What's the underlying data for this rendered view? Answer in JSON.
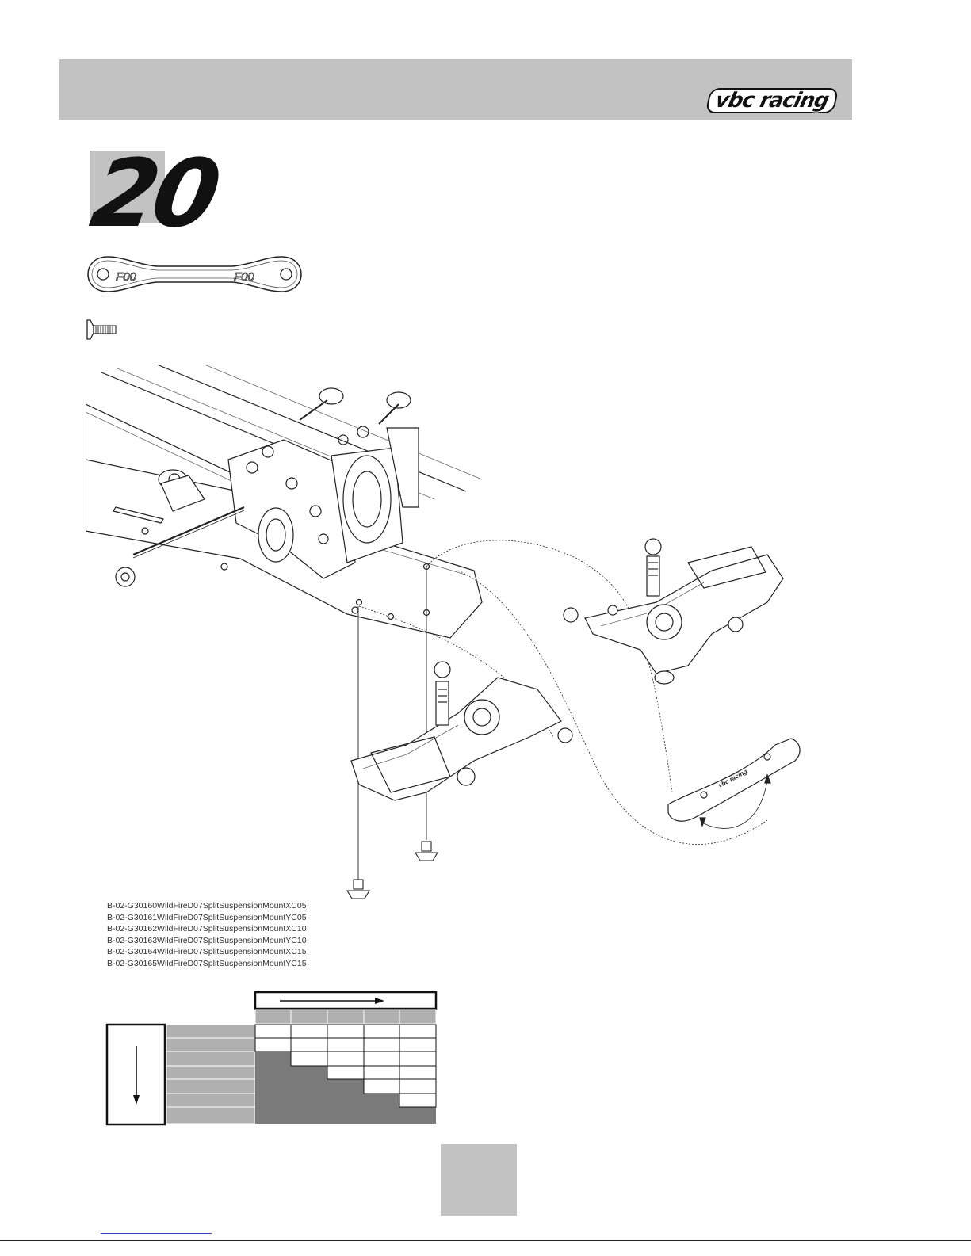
{
  "header": {
    "logo_text": "vbc racing",
    "band_color": "#c2c2c2"
  },
  "step": {
    "number": "20"
  },
  "parts": {
    "mount_label_left": "F00",
    "mount_label_right": "F00",
    "screw_icon": "flat-head-screw-icon"
  },
  "part_numbers": [
    "B-02-G30160WildFireD07SplitSuspensionMountXC05",
    "B-02-G30161WildFireD07SplitSuspensionMountYC05",
    "B-02-G30162WildFireD07SplitSuspensionMountXC10",
    "B-02-G30163WildFireD07SplitSuspensionMountYC10",
    "B-02-G30164WildFireD07SplitSuspensionMountXC15",
    "B-02-G30165WildFireD07SplitSuspensionMountYC15"
  ],
  "diagram": {
    "mount_engraving": "vbc racing"
  },
  "table": {
    "columns": 5,
    "rows": 7,
    "shaded_color": "#7a7a7a",
    "header_color": "#b0b0b0"
  }
}
